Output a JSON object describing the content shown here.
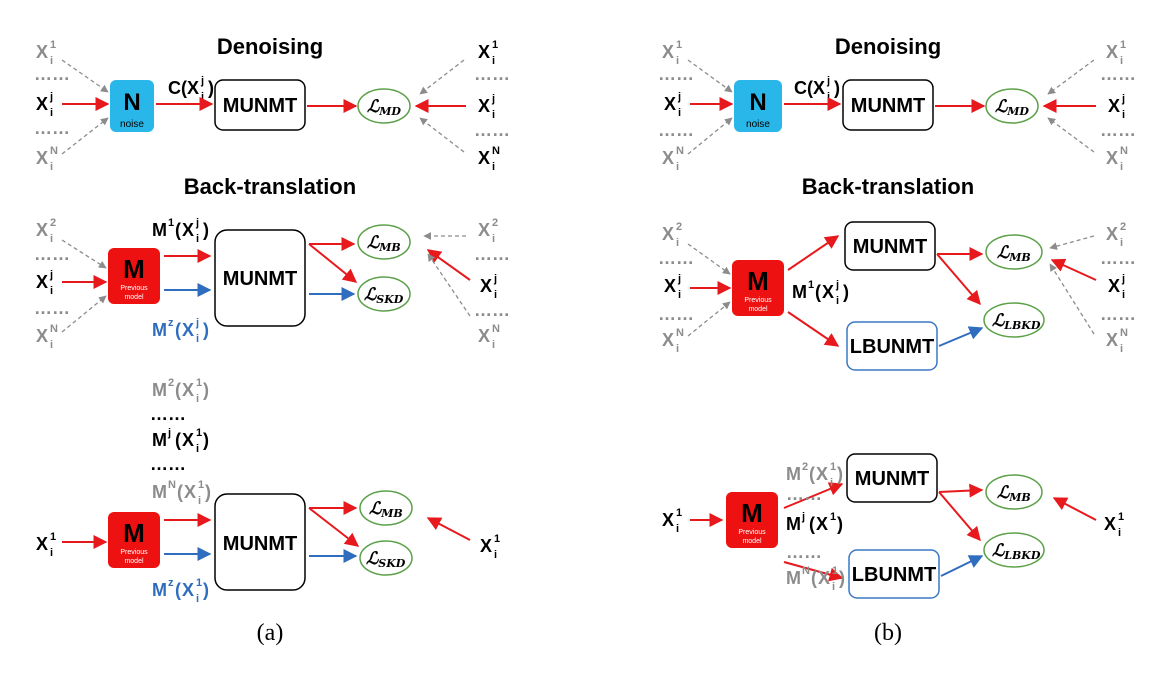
{
  "colors": {
    "red_arrow": "#e8191c",
    "blue_arrow": "#2f6dbf",
    "gray_arrow": "#8c8c8c",
    "noise_box": "#29b6e8",
    "previous_model_box": "#ee1111",
    "loss_ellipse": "#5aa046",
    "lbunmt_border": "#3a78c4"
  },
  "labels": {
    "denoising": "Denoising",
    "back_translation": "Back-translation",
    "munmt": "MUNMT",
    "lbunmt": "LBUNMT",
    "noise_letter": "N",
    "noise_caption": "noise",
    "model_letter": "M",
    "model_caption_1": "Previous",
    "model_caption_2": "model",
    "dots": "……",
    "x": "X",
    "sub_i": "i",
    "sup_1": "1",
    "sup_2": "2",
    "sup_j": "j",
    "sup_N": "N",
    "sup_z": "z",
    "C": "C(",
    "M": "M",
    "open": "(",
    "close": ")",
    "loss_L": "ℒ",
    "loss_md": "MD",
    "loss_mb": "MB",
    "loss_skd": "SKD",
    "loss_lbkd": "LBKD"
  },
  "captions": {
    "a": "(a)",
    "b": "(b)"
  }
}
